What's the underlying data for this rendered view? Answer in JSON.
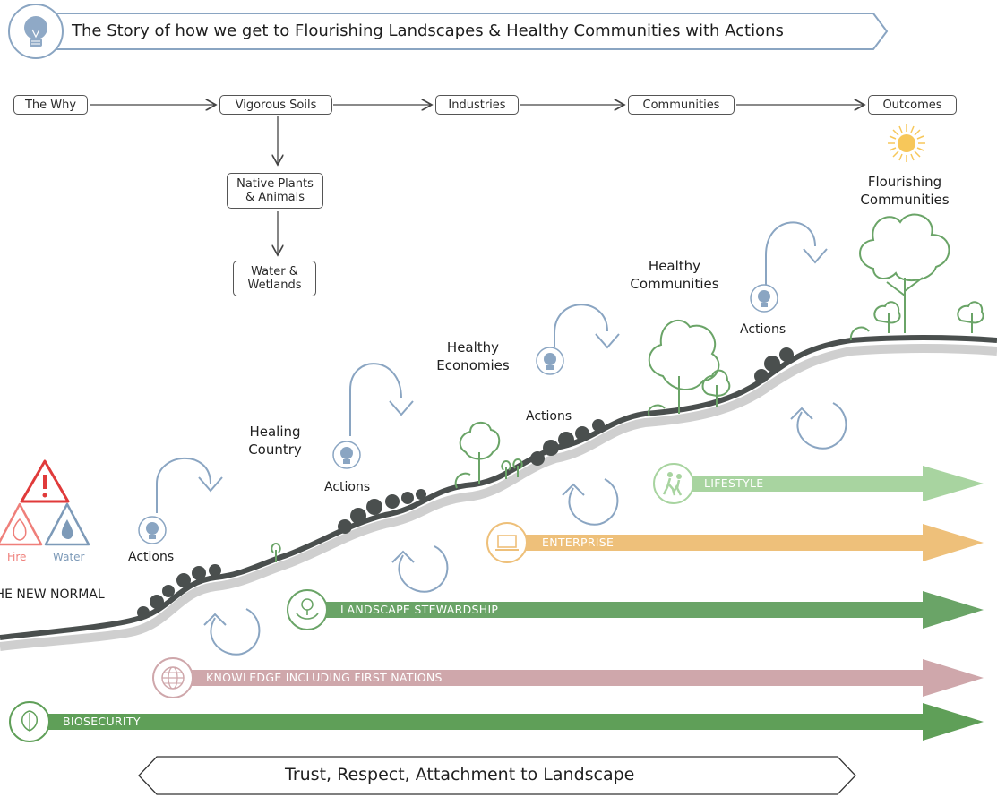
{
  "banner": {
    "title": "The Story of how we get to Flourishing Landscapes & Healthy Communities with Actions"
  },
  "flow": {
    "why": "The Why",
    "soils": "Vigorous Soils",
    "industries": "Industries",
    "communities": "Communities",
    "outcomes": "Outcomes",
    "plants_line1": "Native Plants",
    "plants_line2": "& Animals",
    "water_line1": "Water &",
    "water_line2": "Wetlands"
  },
  "stages": {
    "healing_line1": "Healing",
    "healing_line2": "Country",
    "economies_line1": "Healthy",
    "economies_line2": "Economies",
    "healthy_comm_line1": "Healthy",
    "healthy_comm_line2": "Communities",
    "flourishing_line1": "Flourishing",
    "flourishing_line2": "Communities",
    "new_normal": "THE NEW NORMAL"
  },
  "actions_label": "Actions",
  "hazards": {
    "fire": "Fire",
    "water": "Water"
  },
  "arrows": {
    "lifestyle": "LIFESTYLE",
    "enterprise": "ENTERPRISE",
    "landscape": "LANDSCAPE STEWARDSHIP",
    "knowledge": "KNOWLEDGE INCLUDING FIRST NATIONS",
    "biosecurity": "BIOSECURITY"
  },
  "bottom": {
    "text": "Trust, Respect, Attachment to Landscape"
  },
  "colors": {
    "blue": "#7d9ab8",
    "lifestyle": "#a8d4a0",
    "enterprise": "#eec07a",
    "landscape": "#6aa467",
    "knowledge": "#cfa7ab",
    "biosecurity": "#5f9f58",
    "ground": "#4a4f4e",
    "shadow": "#c8c8c8",
    "tree": "#6aa467",
    "fire": "#ef7f7a",
    "alert": "#e03a3a",
    "sun": "#f5c04a"
  }
}
